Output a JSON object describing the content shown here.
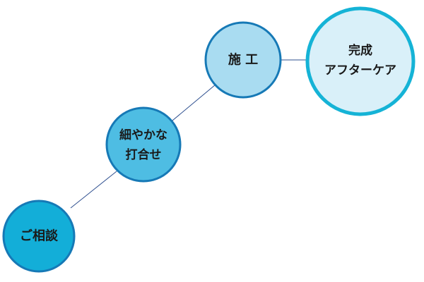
{
  "diagram": {
    "steps": [
      {
        "lines": [
          "ご相談"
        ]
      },
      {
        "lines": [
          "細やかな",
          "打合せ"
        ]
      },
      {
        "lines": [
          "施 工"
        ]
      },
      {
        "lines": [
          "完成",
          "アフターケア"
        ]
      }
    ]
  },
  "colors": {
    "step1_fill": "#13aed8",
    "step1_stroke": "#1679b6",
    "step2_fill": "#4ebde3",
    "step2_stroke": "#1679b6",
    "step3_fill": "#a9dcf1",
    "step3_stroke": "#1679b6",
    "step4_fill": "#d9f0f9",
    "step4_stroke": "#15b3d6",
    "connector": "#2e4f8f",
    "text": "#1a1a1a"
  }
}
